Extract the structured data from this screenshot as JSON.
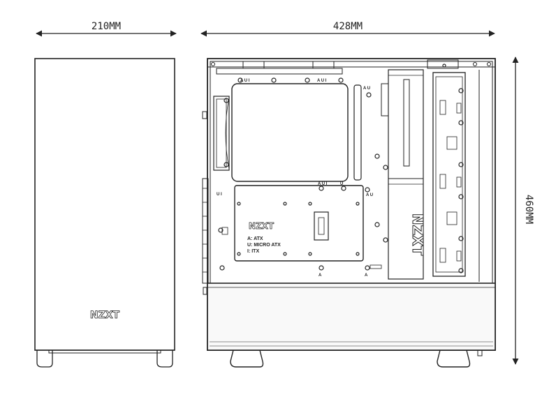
{
  "dimensions": {
    "front_width": "210MM",
    "side_length": "428MM",
    "height": "460MM"
  },
  "brand": {
    "front_logo": "NZXT",
    "motherboard_tray_logo": "NZXT",
    "psu_shroud_logo": "NZXT"
  },
  "motherboard_legend": {
    "atx": "A: ATX",
    "micro_atx": "U: MICRO ATX",
    "itx": "I: ITX"
  },
  "standoff_labels": {
    "top_left": "A U I",
    "top_center": "A U I",
    "top_right": "A U",
    "mid_left": "U I",
    "mid_center": "A U I",
    "mid_center_u": "U",
    "right_side": "A U",
    "bottom_left": "A",
    "bottom_right": "A"
  },
  "colors": {
    "line": "#222222",
    "panel_fill": "#ffffff",
    "shroud_fill": "#f2f2f2"
  }
}
